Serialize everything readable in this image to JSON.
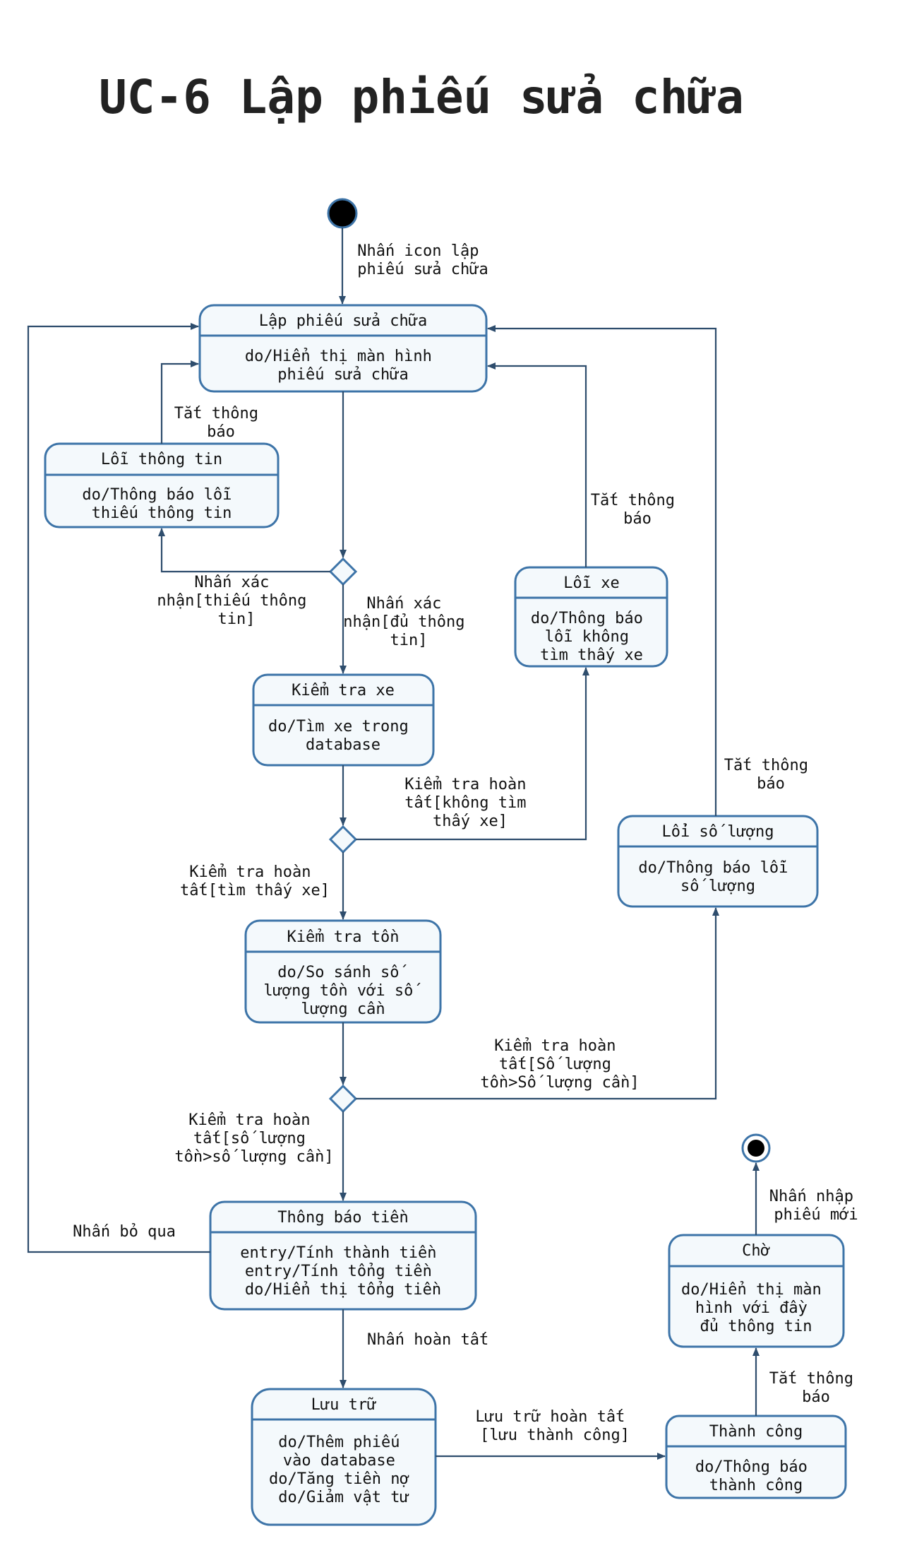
{
  "title": "UC-6 Lập phiếu sửa chữa",
  "colors": {
    "box_fill": "#f4f9fc",
    "box_stroke": "#3d74a8",
    "edge": "#2e4d6d",
    "node": "#000000"
  },
  "states": {
    "lap_phieu": {
      "name": "Lập phiếu sửa chữa",
      "body": [
        "do/Hiển thị màn hình",
        "phiếu sửa chữa"
      ]
    },
    "loi_thong_tin": {
      "name": "Lỗi thông tin",
      "body": [
        "do/Thông báo lỗi",
        "thiếu thông tin"
      ]
    },
    "loi_xe": {
      "name": "Lỗi xe",
      "body": [
        "do/Thông báo",
        "lỗi không",
        "tìm thấy xe"
      ]
    },
    "kiem_tra_xe": {
      "name": "Kiểm tra xe",
      "body": [
        "do/Tìm xe trong",
        "database"
      ]
    },
    "loi_so_luong": {
      "name": "Lổi số lượng",
      "body": [
        "do/Thông báo lỗi",
        "số lượng"
      ]
    },
    "kiem_tra_ton": {
      "name": "Kiểm tra tồn",
      "body": [
        "do/So sánh số",
        "lượng tồn với số",
        "lượng cần"
      ]
    },
    "thong_bao_tien": {
      "name": "Thông báo tiền",
      "body": [
        "entry/Tính thành tiền",
        "entry/Tính tổng tiền",
        "do/Hiển thị tổng tiền"
      ]
    },
    "cho": {
      "name": "Chờ",
      "body": [
        "do/Hiển thị màn",
        "hình với đầy",
        "đủ thông tin"
      ]
    },
    "luu_tru": {
      "name": "Lưu trữ",
      "body": [
        "do/Thêm phiếu",
        "vào database",
        "do/Tăng tiền nợ",
        "do/Giảm vật tư"
      ]
    },
    "thanh_cong": {
      "name": "Thành công",
      "body": [
        "do/Thông báo",
        "thành công"
      ]
    }
  },
  "labels": {
    "start": [
      "Nhấn icon lập",
      "phiếu sửa chữa"
    ],
    "tat_tb_1": [
      "Tắt thông",
      "báo"
    ],
    "tat_tb_2": [
      "Tắt thông",
      "báo"
    ],
    "tat_tb_3": [
      "Tắt thông",
      "báo"
    ],
    "tat_tb_4": [
      "Tắt thông",
      "báo"
    ],
    "thieu": [
      "Nhấn xác",
      "nhận[thiếu thông",
      "tin]"
    ],
    "du": [
      "Nhấn xác",
      "nhận[đủ thông",
      "tin]"
    ],
    "khong_thay": [
      "Kiểm tra hoàn",
      "tất[không tìm",
      "thấy xe]"
    ],
    "thay": [
      "Kiểm tra hoàn",
      "tất[tìm thấy xe]"
    ],
    "sl_lon": [
      "Kiểm tra hoàn",
      "tất[Số lượng",
      "tồn>Số lượng cần]"
    ],
    "sl_du": [
      "Kiểm tra hoàn",
      "tất[số lượng",
      "tồn>số lượng cần]"
    ],
    "bo_qua": [
      "Nhấn bỏ qua"
    ],
    "hoan_tat": [
      "Nhấn hoàn tất"
    ],
    "luu_xong": [
      "Lưu trữ hoàn tất",
      "[lưu thành công]"
    ],
    "nhap_moi": [
      "Nhấn nhập",
      "phiếu mới"
    ]
  }
}
